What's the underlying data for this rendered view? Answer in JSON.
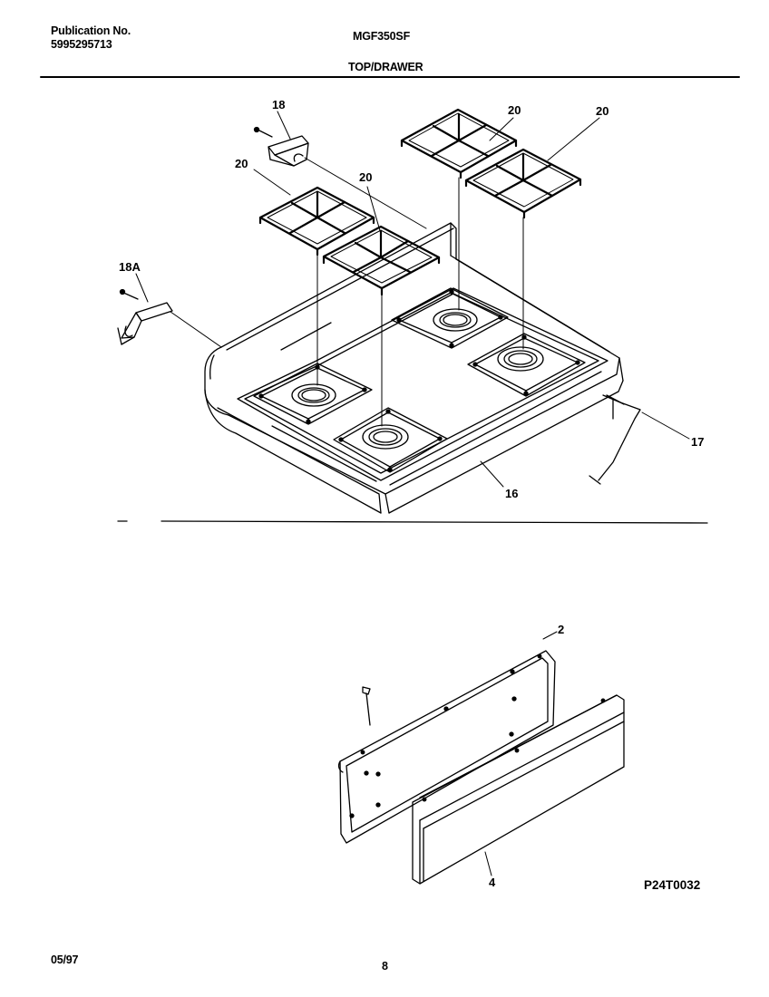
{
  "header": {
    "publication_label": "Publication No.",
    "publication_number": "5995295713",
    "model": "MGF350SF",
    "section_title": "TOP/DRAWER"
  },
  "callouts": {
    "p18": "18",
    "p18A": "18A",
    "p20": "20",
    "p17": "17",
    "p16": "16",
    "p2": "2",
    "p4": "4"
  },
  "drawing_code": "P24T0032",
  "footer": {
    "date": "05/97",
    "page_number": "8"
  }
}
